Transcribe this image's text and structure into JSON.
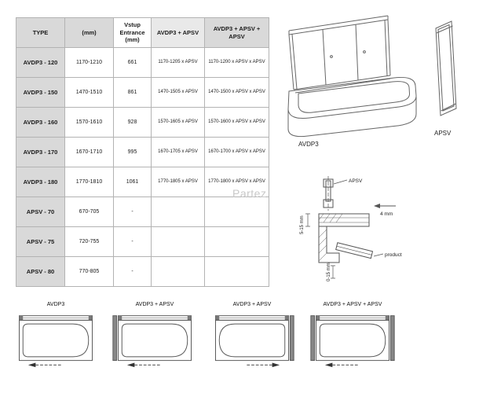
{
  "table": {
    "headers": [
      "TYPE",
      "(mm)",
      "Vstup Entrance (mm)",
      "AVDP3 + APSV",
      "AVDP3 + APSV + APSV"
    ],
    "rows": [
      [
        "AVDP3 - 120",
        "1170-1210",
        "661",
        "1170-1205 x APSV",
        "1170-1200 x APSV x APSV"
      ],
      [
        "AVDP3 - 150",
        "1470-1510",
        "861",
        "1470-1505 x APSV",
        "1470-1500 x APSV x APSV"
      ],
      [
        "AVDP3 - 160",
        "1570-1610",
        "928",
        "1570-1605 x APSV",
        "1570-1600 x APSV x APSV"
      ],
      [
        "AVDP3 - 170",
        "1670-1710",
        "995",
        "1670-1705 x APSV",
        "1670-1700 x APSV x APSV"
      ],
      [
        "AVDP3 - 180",
        "1770-1810",
        "1061",
        "1770-1805 x APSV",
        "1770-1800 x APSV x APSV"
      ],
      [
        "APSV - 70",
        "670-705",
        "-",
        "",
        ""
      ],
      [
        "APSV - 75",
        "720-755",
        "-",
        "",
        ""
      ],
      [
        "APSV - 80",
        "770-805",
        "-",
        "",
        ""
      ]
    ]
  },
  "drawings": {
    "avdp3_label": "AVDP3",
    "apsv_label": "APSV"
  },
  "detail": {
    "apsv_label": "APSV",
    "gap": "4 mm",
    "product": "product",
    "dim_side": "5-15 mm",
    "dim_bottom": "0-15 mm"
  },
  "watermark": "Partez",
  "bottom": [
    {
      "label": "AVDP3"
    },
    {
      "label": "AVDP3 + APSV"
    },
    {
      "label": "AVDP3 + APSV"
    },
    {
      "label": "AVDP3 + APSV + APSV"
    }
  ],
  "colors": {
    "header_bg": "#d9d9d9",
    "line": "#666666",
    "border": "#b3b3b3",
    "watermark": "#c8c8c8"
  }
}
